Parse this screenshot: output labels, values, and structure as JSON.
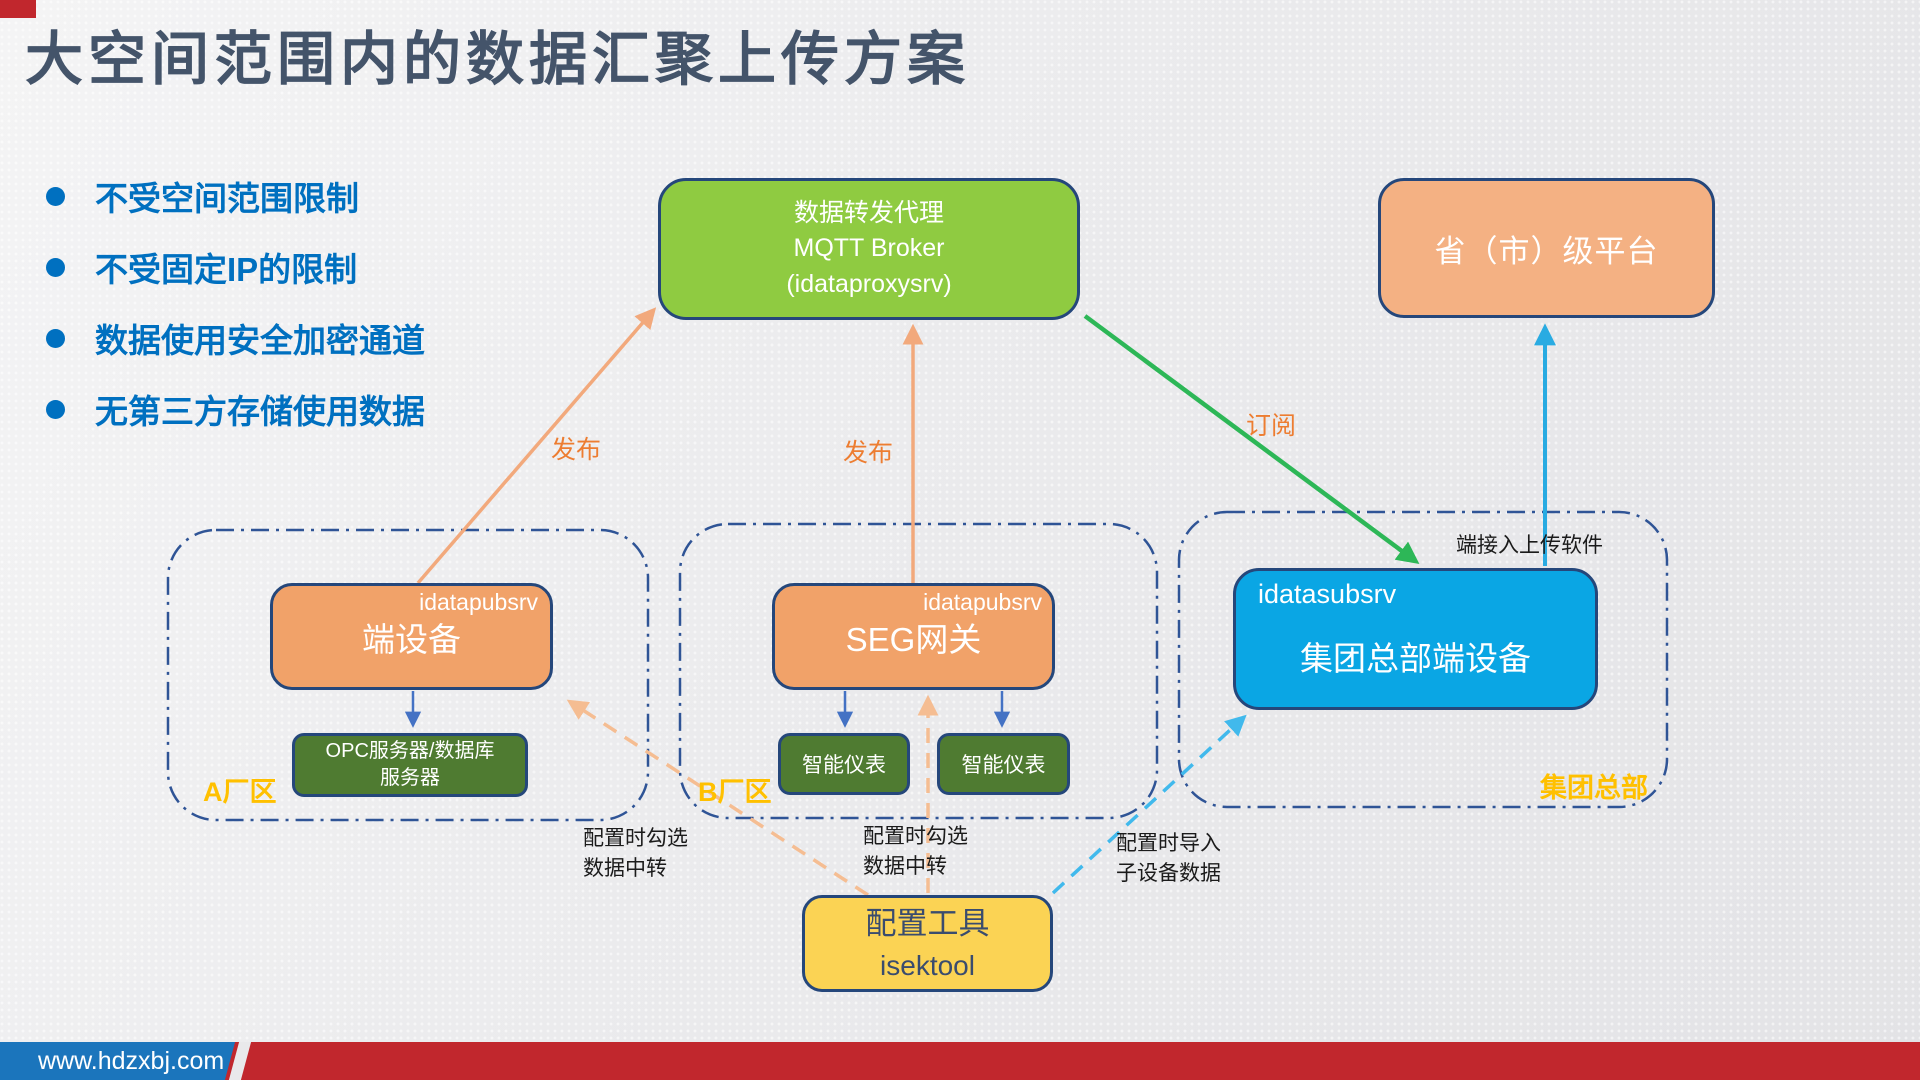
{
  "slide": {
    "title": "大空间范围内的数据汇聚上传方案",
    "bullets": [
      "不受空间范围限制",
      "不受固定IP的限制",
      "数据使用安全加密通道",
      "无第三方存储使用数据"
    ],
    "footer_url": "www.hdzxbj.com"
  },
  "nodes": {
    "broker": {
      "line1": "数据转发代理",
      "line2": "MQTT Broker",
      "line3": "(idataproxysrv)"
    },
    "platform": {
      "label": "省（市）级平台"
    },
    "device": {
      "tag": "idatapubsrv",
      "label": "端设备"
    },
    "opc_server": {
      "line1": "OPC服务器/数据库",
      "line2": "服务器"
    },
    "gateway": {
      "tag": "idatapubsrv",
      "label": "SEG网关"
    },
    "meter1": {
      "label": "智能仪表"
    },
    "meter2": {
      "label": "智能仪表"
    },
    "hq_device": {
      "tag": "idatasubsrv",
      "label": "集团总部端设备",
      "note": "端接入上传软件"
    },
    "tool": {
      "line1": "配置工具",
      "line2": "isektool"
    }
  },
  "zones": {
    "a": "A厂区",
    "b": "B厂区",
    "hq": "集团总部"
  },
  "edges": {
    "publish1": "发布",
    "publish2": "发布",
    "subscribe": "订阅",
    "cfg_relay1_line1": "配置时勾选",
    "cfg_relay1_line2": "数据中转",
    "cfg_relay2_line1": "配置时勾选",
    "cfg_relay2_line2": "数据中转",
    "cfg_import_line1": "配置时导入",
    "cfg_import_line2": "子设备数据"
  },
  "colors": {
    "title": "#44546A",
    "bullet_text": "#0070C0",
    "broker_fill": "#8FCB41",
    "node_orange": "#F1A269",
    "platform_orange": "#F4B183",
    "dark_green": "#4F7B31",
    "hq_blue": "#0AA6E4",
    "tool_yellow": "#FBD354",
    "border_navy": "#25477B",
    "zone_dash": "#2F5496",
    "zone_label": "#FFC000",
    "edge_label_orange": "#ED7D31",
    "arrow_orange": "#F2A97C",
    "arrow_orange_dashed": "#F5BD92",
    "arrow_green": "#2DB757",
    "arrow_blue": "#29ABE2",
    "arrow_royal": "#4472C4",
    "footer_blue": "#1B75BC",
    "footer_red": "#C1272D"
  }
}
